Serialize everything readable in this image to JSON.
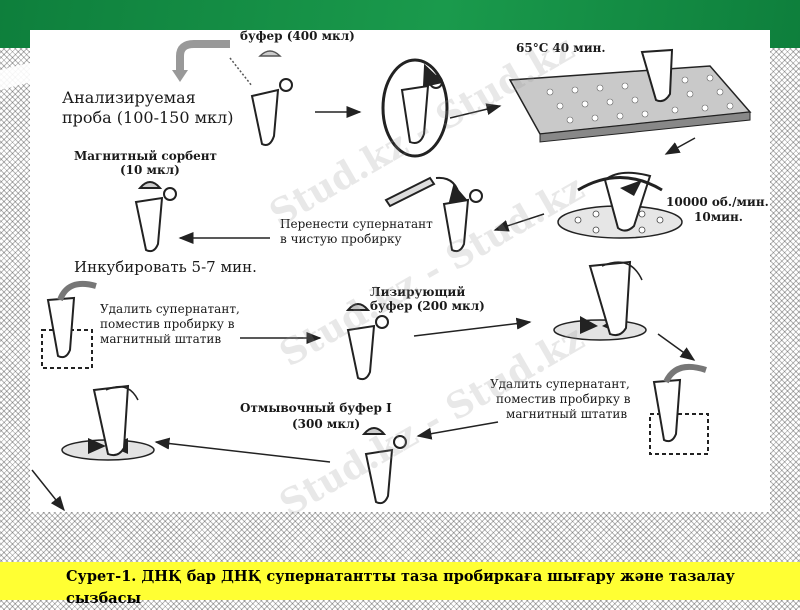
{
  "labels": {
    "buffer_top": "буфер (400 мкл)",
    "sample_line1": "Анализируемая",
    "sample_line2": "проба (100-150 мкл)",
    "temp_time": "65°C 40 мин.",
    "magnet_sorbent_line1": "Магнитный сорбент",
    "magnet_sorbent_line2": "(10 мкл)",
    "transfer_line1": "Перенести супернатант",
    "transfer_line2": "в чистую пробирку",
    "centrifuge_line1": "10000 об./мин.",
    "centrifuge_line2": "10мин.",
    "incubate": "Инкубировать  5-7  мин.",
    "remove1_line1": "Удалить супернатант,",
    "remove1_line2": "поместив пробирку в",
    "remove1_line3": "магнитный штатив",
    "lysis_line1": "Лизирующий",
    "lysis_line2": "буфер (200 мкл)",
    "remove2_line1": "Удалить супернатант,",
    "remove2_line2": "поместив пробирку в",
    "remove2_line3": "магнитный штатив",
    "wash_line1": "Отмывочный буфер I",
    "wash_line2": "(300 мкл)"
  },
  "watermark": "Stud.kz - Stud.kz",
  "caption": "Сурет-1. ДНҚ бар ДНҚ супернатантты таза пробиркаға шығару және тазалау сызбасы",
  "colors": {
    "top_band": "#1a9a4c",
    "caption_band": "#ffff33"
  }
}
